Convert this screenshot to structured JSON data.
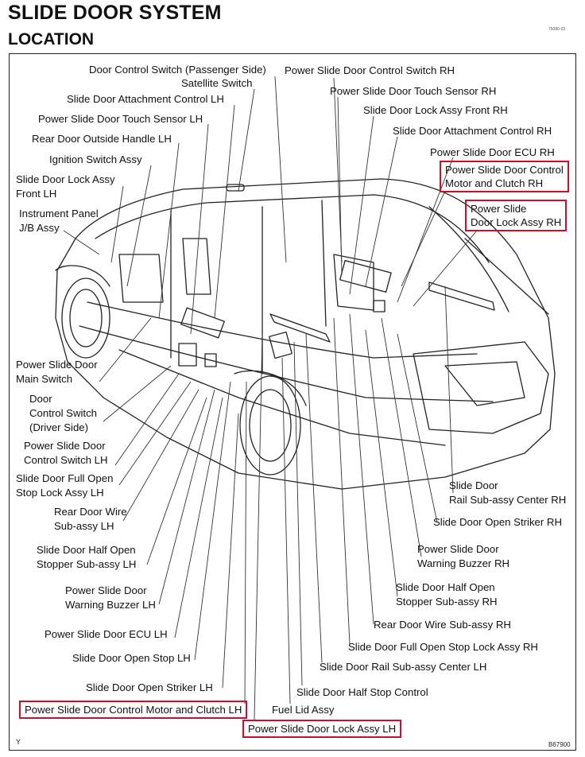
{
  "header": {
    "title": "SLIDE DOOR SYSTEM",
    "subtitle": "LOCATION",
    "doc_code_top": "75080-02",
    "figure_code": "B67900",
    "corner_mark": "Y"
  },
  "colors": {
    "highlight_border": "#c8102e",
    "line": "#222222"
  },
  "labels": {
    "door_control_switch_passenger": "Door Control Switch (Passenger Side)",
    "satellite_switch": "Satellite Switch",
    "slide_door_attachment_control_lh": "Slide Door Attachment Control LH",
    "power_slide_door_touch_sensor_lh": "Power Slide Door Touch Sensor LH",
    "rear_door_outside_handle_lh": "Rear Door Outside Handle LH",
    "ignition_switch_assy": "Ignition Switch Assy",
    "slide_door_lock_assy_front_lh": "Slide Door Lock Assy\nFront LH",
    "instrument_panel_jb_assy": "Instrument Panel\nJ/B Assy",
    "power_slide_door_control_switch_rh": "Power Slide Door Control Switch RH",
    "power_slide_door_touch_sensor_rh": "Power Slide Door Touch Sensor RH",
    "slide_door_lock_assy_front_rh": "Slide Door Lock Assy Front RH",
    "slide_door_attachment_control_rh": "Slide Door Attachment Control RH",
    "power_slide_door_ecu_rh": "Power Slide Door ECU RH",
    "power_slide_door_control_motor_clutch_rh": "Power Slide Door Control\nMotor and Clutch RH",
    "power_slide_door_lock_assy_rh": "Power Slide\nDoor Lock Assy RH",
    "power_slide_door_main_switch": "Power Slide Door\nMain Switch",
    "door_control_switch_driver": "Door\nControl Switch\n(Driver Side)",
    "power_slide_door_control_switch_lh": "Power Slide Door\nControl Switch LH",
    "slide_door_full_open_stop_lock_assy_lh": "Slide Door Full Open\nStop Lock Assy LH",
    "rear_door_wire_sub_assy_lh": "Rear Door Wire\nSub-assy LH",
    "slide_door_half_open_stopper_lh": "Slide Door Half Open\nStopper Sub-assy LH",
    "power_slide_door_warning_buzzer_lh": "Power Slide Door\nWarning Buzzer LH",
    "power_slide_door_ecu_lh": "Power Slide Door ECU LH",
    "slide_door_open_stop_lh": "Slide Door Open Stop LH",
    "slide_door_open_striker_lh": "Slide Door Open Striker LH",
    "power_slide_door_control_motor_clutch_lh": "Power Slide Door Control Motor and Clutch LH",
    "power_slide_door_lock_assy_lh": "Power Slide Door Lock Assy LH",
    "fuel_lid_assy": "Fuel Lid Assy",
    "slide_door_half_stop_control": "Slide Door Half Stop Control",
    "slide_door_rail_center_lh": "Slide Door Rail Sub-assy Center LH",
    "slide_door_full_open_stop_lock_assy_rh": "Slide Door Full Open Stop Lock Assy RH",
    "rear_door_wire_sub_assy_rh": "Rear Door Wire Sub-assy RH",
    "slide_door_half_open_stopper_rh": "Slide Door Half Open\nStopper Sub-assy RH",
    "power_slide_door_warning_buzzer_rh": "Power Slide Door\nWarning Buzzer RH",
    "slide_door_open_striker_rh": "Slide Door Open Striker RH",
    "slide_door_rail_center_rh": "Slide Door\nRail Sub-assy Center RH"
  }
}
